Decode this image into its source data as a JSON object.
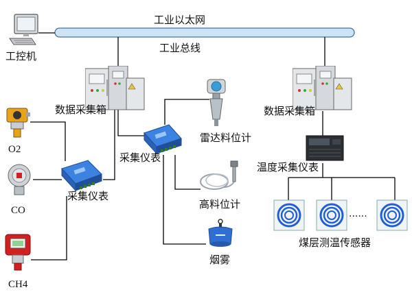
{
  "network": {
    "ethernet_label": "工业以太网",
    "bus_label": "工业总线"
  },
  "nodes": {
    "ipc": "工控机",
    "daq_box_left": "数据采集箱",
    "daq_box_right": "数据采集箱",
    "instrument_center": "采集仪表",
    "instrument_left": "采集仪表",
    "radar_level": "雷达料位计",
    "high_level": "高料位计",
    "smoke": "烟雾",
    "o2": "O2",
    "co": "CO",
    "ch4": "CH4",
    "temp_instrument": "温度采集仪表",
    "coal_temp_sensor": "煤层测温传感器",
    "ellipsis": "......"
  },
  "colors": {
    "bus_fill": "#cfe3f7",
    "bus_stroke": "#4a6f9a",
    "wire": "#000000",
    "cabinet": "#d9dde2",
    "instrument_blue": "#2f6fd0",
    "cable_blue": "#1f5fd6",
    "sensor_red": "#d22020",
    "sensor_yellow": "#e9a21a"
  }
}
